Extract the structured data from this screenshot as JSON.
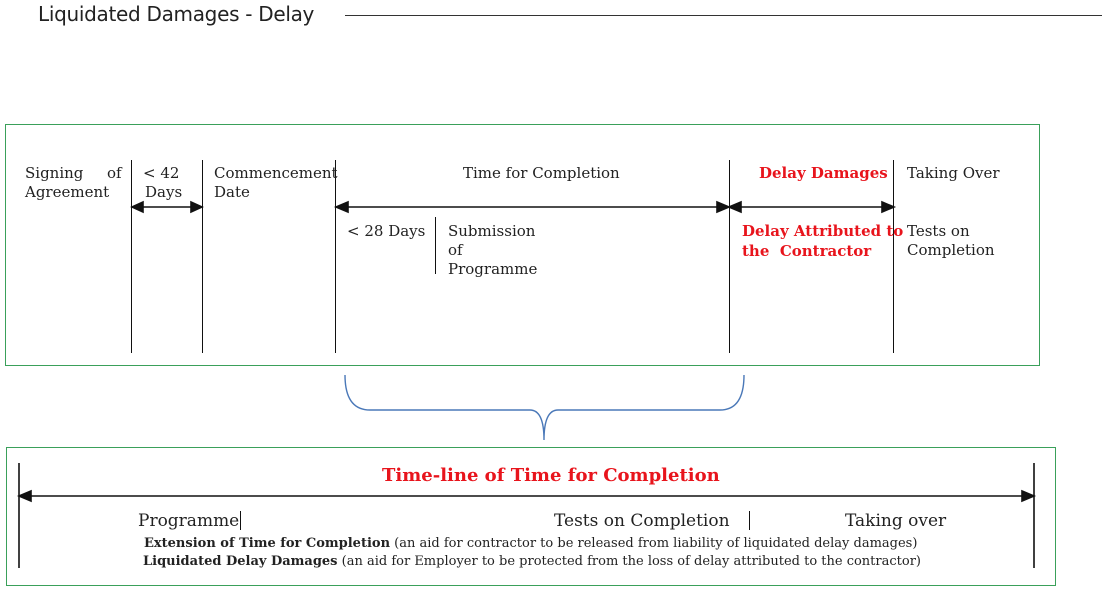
{
  "header": {
    "title": "Liquidated Damages - Delay"
  },
  "top_diagram": {
    "signing": [
      "Signing",
      "of",
      "Agreement"
    ],
    "days42": [
      "< 42",
      "Days"
    ],
    "commencement": [
      "Commencement",
      "Date"
    ],
    "time_for_completion": "Time for Completion",
    "delay_damages": "Delay Damages",
    "taking_over": "Taking Over",
    "days28": "< 28 Days",
    "submission": [
      "Submission",
      "of",
      "Programme"
    ],
    "delay_attributed": [
      "Delay Attributed to",
      "the  Contractor"
    ],
    "tests_on_completion": [
      "Tests on",
      "Completion"
    ],
    "accent_color": "#e8141c",
    "border_color": "#3aa05a"
  },
  "bottom_diagram": {
    "title": "Time-line of Time for Completion",
    "programme": "Programme",
    "tests_on_completion": "Tests on Completion",
    "taking_over": "Taking over",
    "eot_bold": "Extension of Time for Completion",
    "eot_rest": " (an aid for contractor to be released from liability of liquidated delay damages)",
    "ldd_bold": "Liquidated Delay Damages",
    "ldd_rest": " (an aid for Employer to be protected from the loss of delay attributed to the contractor)"
  }
}
